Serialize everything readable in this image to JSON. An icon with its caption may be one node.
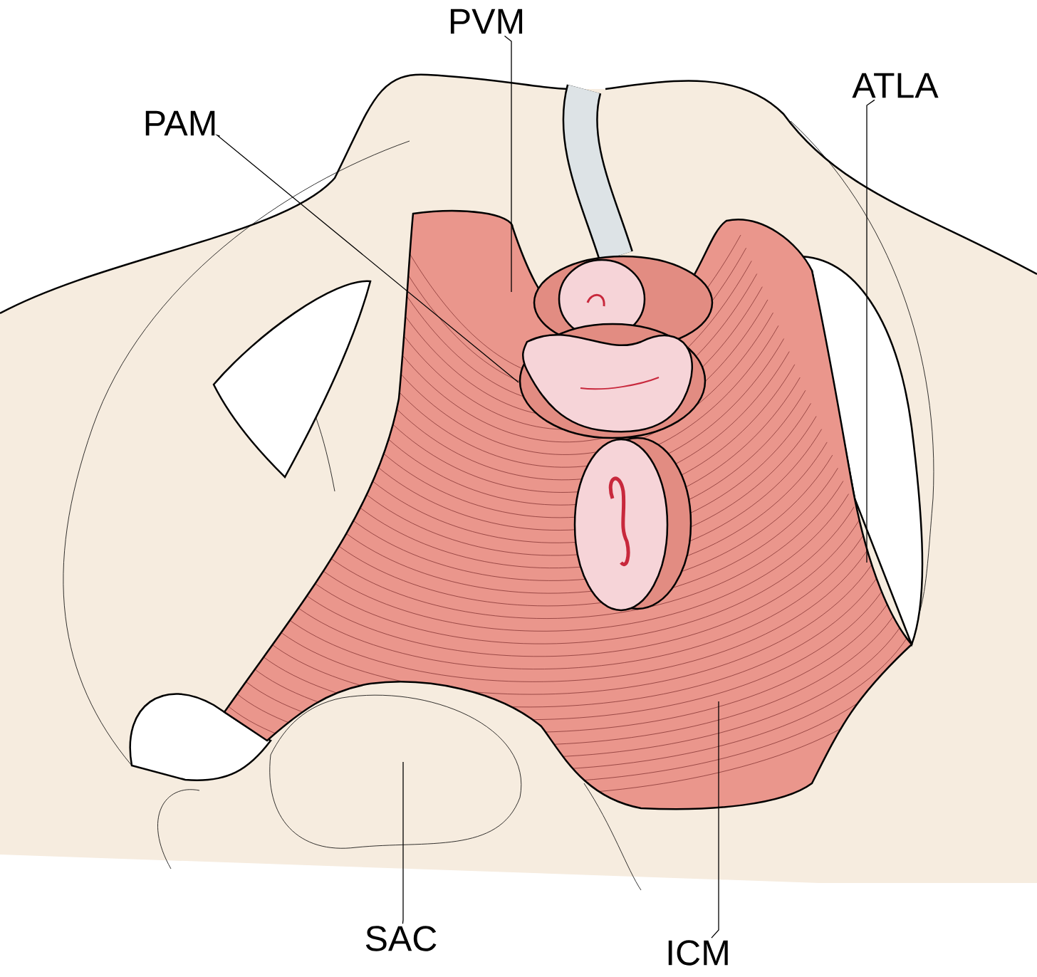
{
  "diagram": {
    "nodes": [
      {
        "text": [
          "PVM"
        ]
      },
      {
        "text": [
          "PAM"
        ]
      },
      {
        "text": [
          "ATLA"
        ]
      },
      {
        "text": [
          "SAC"
        ]
      },
      {
        "text": [
          "ICM"
        ]
      }
    ],
    "edges": [
      {
        "from": 0,
        "to": null,
        "arrow": "none"
      },
      {
        "from": 1,
        "to": null,
        "arrow": "none"
      },
      {
        "from": 2,
        "to": null,
        "arrow": "none"
      },
      {
        "from": 3,
        "to": null,
        "arrow": "none"
      },
      {
        "from": 4,
        "to": null,
        "arrow": "none"
      }
    ]
  }
}
